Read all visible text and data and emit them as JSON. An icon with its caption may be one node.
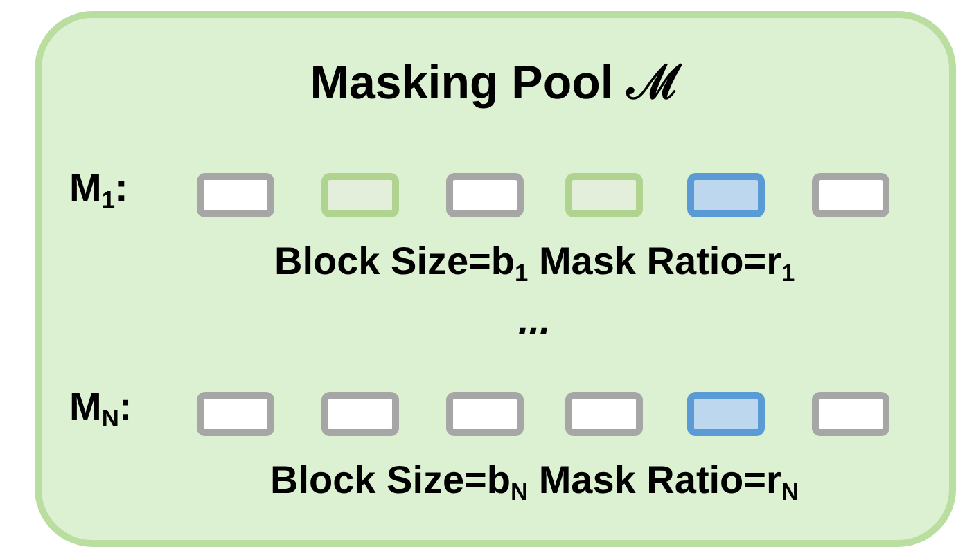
{
  "diagram": {
    "nodes": [
      {
        "text": [
          "Masking Pool ℳ"
        ]
      },
      {
        "text": [],
        "shape": "box",
        "in": 0
      },
      {
        "text": [],
        "shape": "box",
        "in": 0
      },
      {
        "text": [],
        "shape": "box",
        "in": 0
      },
      {
        "text": [],
        "shape": "box",
        "in": 0
      },
      {
        "text": [],
        "shape": "box",
        "in": 0
      },
      {
        "text": [],
        "shape": "box",
        "in": 0
      },
      {
        "text": [],
        "shape": "box",
        "in": 0
      },
      {
        "text": [],
        "shape": "box",
        "in": 0
      },
      {
        "text": [],
        "shape": "box",
        "in": 0
      },
      {
        "text": [],
        "shape": "box",
        "in": 0
      },
      {
        "text": [],
        "shape": "box",
        "in": 0
      },
      {
        "text": [],
        "shape": "box",
        "in": 0
      }
    ],
    "labels": [
      "M$_{1}$:",
      "Block Size=b$_{1}$ Mask Ratio=r$_{1}$",
      "...",
      "M$_{N}$:",
      "Block Size=b$_{N}$ Mask Ratio=r$_{N}$"
    ]
  }
}
